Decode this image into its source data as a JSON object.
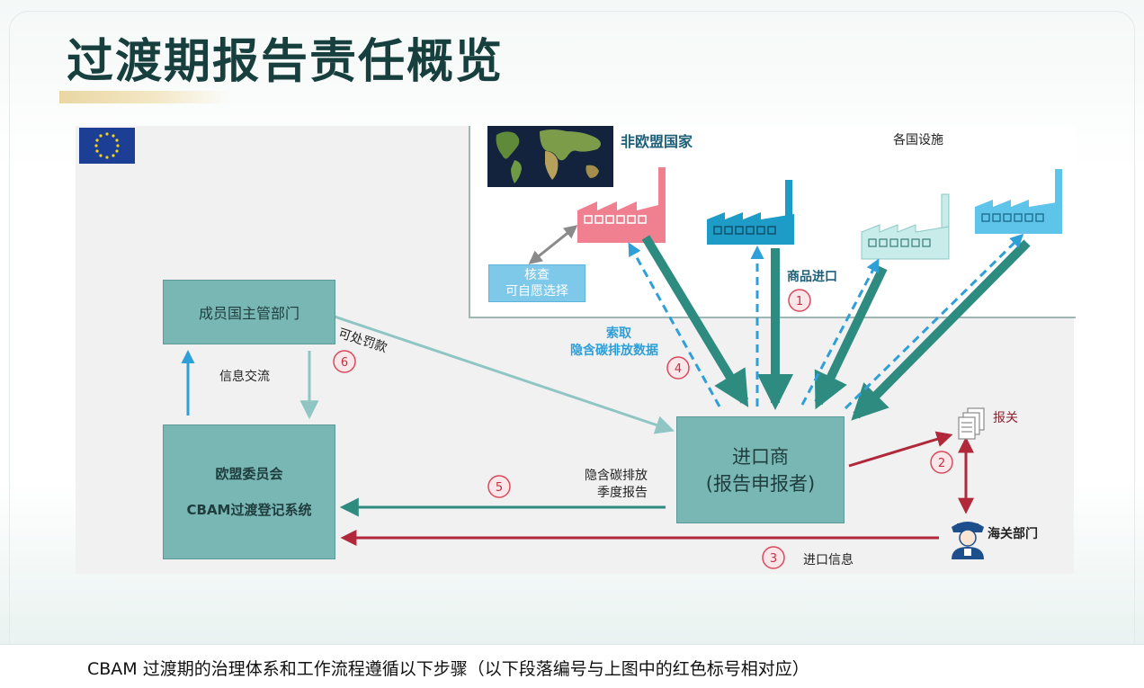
{
  "title": "过渡期报告责任概览",
  "labels": {
    "non_eu_countries": "非欧盟国家",
    "facilities": "各国设施",
    "goods_import": "商品进口",
    "request": "索取",
    "embedded_emissions_data": "隐含碳排放数据",
    "may_penalize": "可处罚款",
    "info_exchange": "信息交流",
    "quarterly_line1": "隐含碳排放",
    "quarterly_line2": "季度报告",
    "customs_declaration": "报关",
    "customs_dept": "海关部门",
    "import_info": "进口信息"
  },
  "boxes": {
    "verify_title": "核查",
    "verify_sub": "可自愿选择",
    "member_authority": "成员国主管部门",
    "commission_line1": "欧盟委员会",
    "commission_line2": "CBAM过渡登记系统",
    "importer_line1": "进口商",
    "importer_line2": "(报告申报者)"
  },
  "steps": [
    "1",
    "2",
    "3",
    "4",
    "5",
    "6"
  ],
  "colors": {
    "teal_dark": "#2e8b80",
    "teal_box": "#79b7b5",
    "blue_dashed": "#2f9fd8",
    "red_arrow": "#b0283a",
    "step_circle": "#d94b5c",
    "factory_pink": "#f0808f",
    "factory_blue": "#1c9cc7",
    "factory_mint": "#c8ecea",
    "factory_light_blue": "#5fc4ea"
  },
  "caption": "CBAM 过渡期的治理体系和工作流程遵循以下步骤（以下段落编号与上图中的红色标号相对应）"
}
